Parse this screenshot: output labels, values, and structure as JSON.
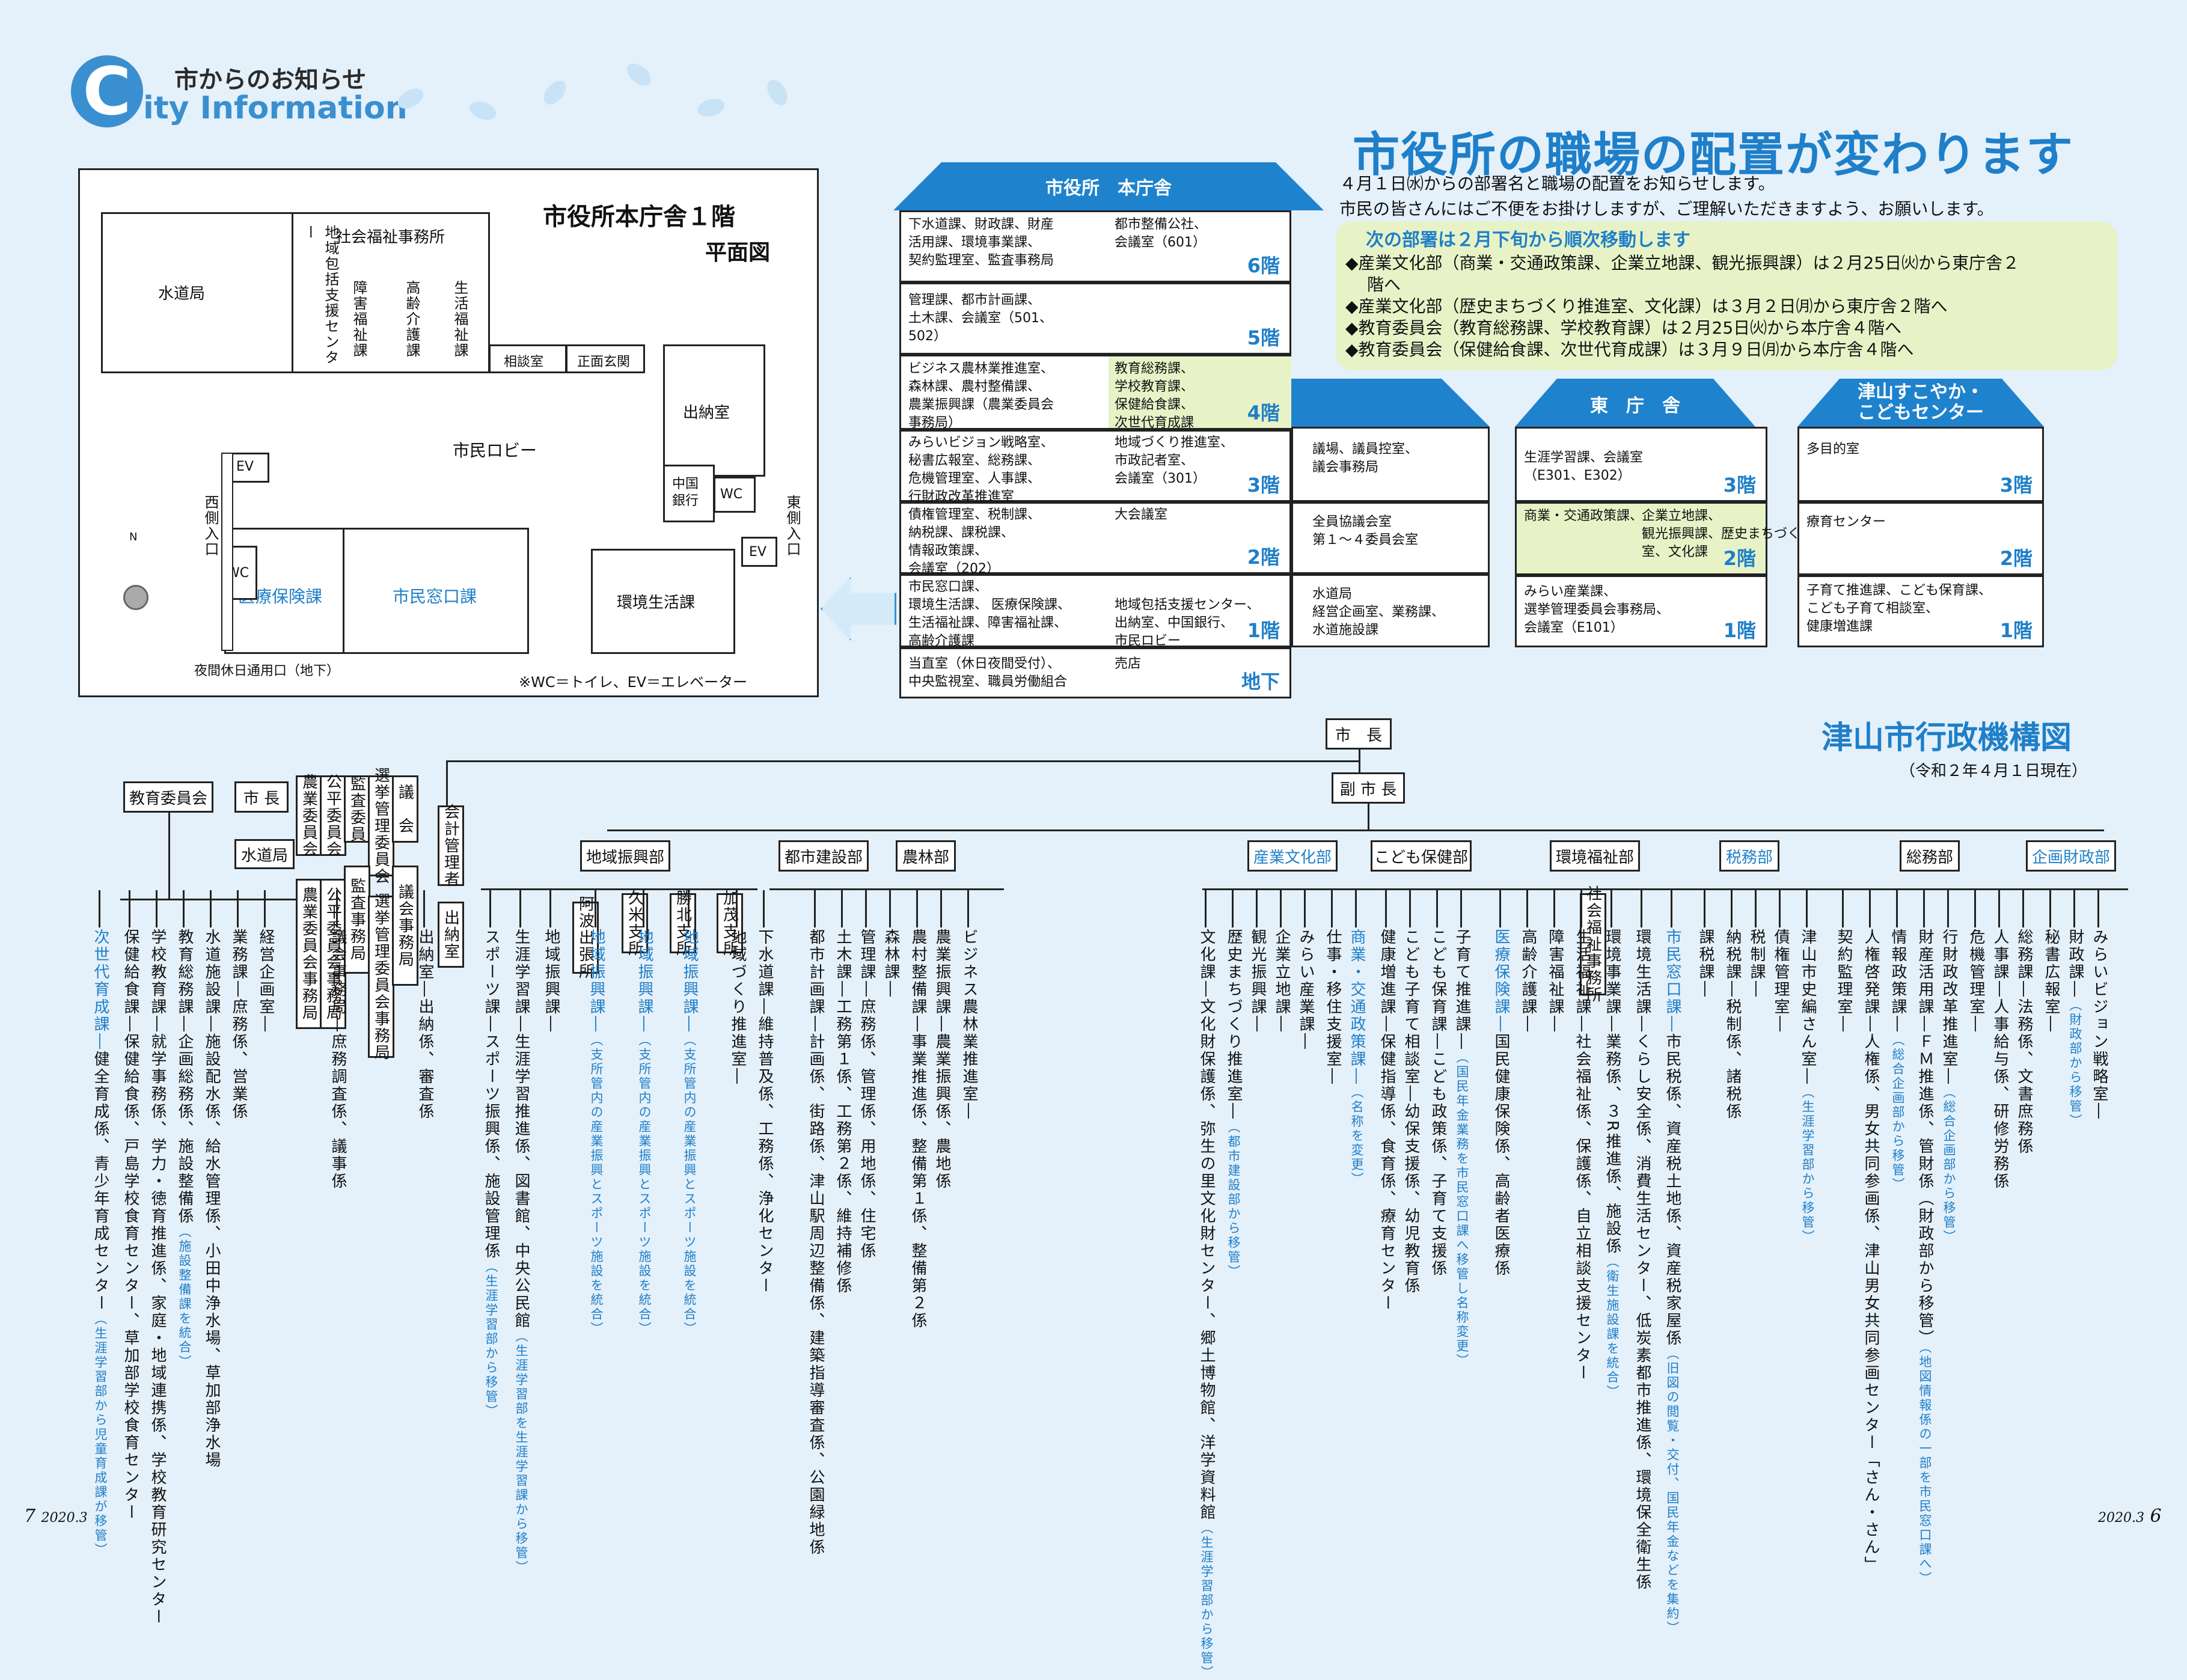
{
  "header": {
    "logo_letter": "C",
    "logo_sub": "市からのお知らせ",
    "logo_main": "ity Information"
  },
  "title": "市役所の職場の配置が変わります",
  "intro": [
    "４月１日㈬からの部署名と職場の配置をお知らせします。",
    "市民の皆さんにはご不便をお掛けしますが、ご理解いただきますよう、お願いします。"
  ],
  "notice": {
    "title": "次の部署は２月下旬から順次移動します",
    "items": [
      "◆産業文化部（商業・交通政策課、企業立地課、観光振興課）は２月25日㈫から東庁舎２",
      "階へ",
      "◆産業文化部（歴史まちづくり推進室、文化課）は３月２日㈪から東庁舎２階へ",
      "◆教育委員会（教育総務課、学校教育課）は２月25日㈫から本庁舎４階へ",
      "◆教育委員会（保健給食課、次世代育成課）は３月９日㈪から本庁舎４階へ"
    ]
  },
  "floorplan": {
    "title": "市役所本庁舎１階",
    "subtitle": "平面図",
    "rooms": {
      "water": "水道局",
      "shakai": "社会福祉事務所",
      "chiiki": "地域包括支援センター",
      "shogai": "障害福祉課",
      "korei": "高齢介護課",
      "seikatsu": "生活福祉課",
      "sodan": "相談室",
      "genkan": "正面玄関",
      "suito": "出納室",
      "lobby": "市民ロビー",
      "bank": "中国銀行",
      "wc": "WC",
      "ev": "EV",
      "iryo": "医療保険課",
      "madoguchi": "市民窓口課",
      "kankyo": "環境生活課",
      "west": "西側入口",
      "east": "東側入口",
      "night": "夜間休日通用口（地下）",
      "legend": "※WC＝トイレ、EV＝エレベーター",
      "north": "N"
    }
  },
  "honcho": {
    "title": "市役所　本庁舎",
    "floors": [
      {
        "label": "6階",
        "a": "下水道課、財政課、財産\n活用課、環境事業課、\n契約監理室、監査事務局",
        "b": "都市整備公社、\n会議室（601）"
      },
      {
        "label": "5階",
        "a": "管理課、都市計画課、\n土木課、会議室（501、\n502）",
        "b": ""
      },
      {
        "label": "4階",
        "a": "ビジネス農林業推進室、\n森林課、農村整備課、\n農業振興課（農業委員会\n事務局）",
        "b": "教育総務課、\n学校教育課、\n保健給食課、",
        "b_blue": "次世代育成課"
      },
      {
        "label": "3階",
        "a": "みらいビジョン戦略室、\n秘書広報室、総務課、\n危機管理室、人事課、\n行財政改革推進室",
        "b": "地域づくり推進室、\n市政記者室、\n会議室（301）"
      },
      {
        "label": "2階",
        "a": "債権管理室、税制課、\n納税課、課税課、\n情報政策課、\n会議室（202）",
        "b": "大会議室"
      },
      {
        "label": "1階",
        "a_blue": "市民窓口課、",
        "a": "環境生活課、",
        "a_blue2": "医療保険課、",
        "a3": "生活福祉課、障害福祉課、\n高齢介護課",
        "b": "地域包括支援センター、\n出納室、中国銀行、\n市民ロビー"
      },
      {
        "label": "地下",
        "a": "当直室（休日夜間受付）、\n中央監視室、職員労働組合",
        "b": "売店"
      }
    ]
  },
  "gikai": {
    "floors": [
      {
        "text": "議場、議員控室、\n議会事務局"
      },
      {
        "text": "全員協議会室\n第１～４委員会室"
      },
      {
        "text": "水道局\n経営企画室、業務課、\n水道施設課"
      }
    ]
  },
  "higashi": {
    "title": "東　庁　舎",
    "floors": [
      {
        "label": "3階",
        "text": "生涯学習課、会議室\n（E301、E302）"
      },
      {
        "label": "2階",
        "blue": "商業・交通政策課、",
        "text": "企業立地課、\n観光振興課、歴史まちづくり推進\n室、文化課"
      },
      {
        "label": "1階",
        "text": "みらい産業課、\n選挙管理委員会事務局、\n会議室（E101）"
      }
    ]
  },
  "kodomo": {
    "title": "津山すこやか・\nこどもセンター",
    "floors": [
      {
        "label": "3階",
        "text": "多目的室"
      },
      {
        "label": "2階",
        "text": "療育センター"
      },
      {
        "label": "1階",
        "text": "子育て推進課、こども保育課、\nこども子育て相談室、\n健康増進課"
      }
    ]
  },
  "org": {
    "title": "津山市行政機構図",
    "date": "（令和２年４月１日現在）",
    "mayor": "市　長",
    "vice": "副 市 長",
    "top": [
      "教育委員会",
      "市 長",
      "農業委員会",
      "公平委員会",
      "監査委員",
      "選挙管理委員会",
      "議　会",
      "会計管理者"
    ],
    "mid": [
      "水道局",
      "農業委員会事務局",
      "公平委員会事務局",
      "監査事務局",
      "選挙管理委員会事務局",
      "議会事務局",
      "出納室"
    ],
    "depts": [
      "地域振興部",
      "都市建設部",
      "農林部",
      "産業文化部",
      "こども保健部",
      "環境福祉部",
      "税務部",
      "総務部",
      "企画財政部"
    ],
    "branches": [
      "阿波出張所",
      "久米支所",
      "勝北支所",
      "加茂支所"
    ],
    "shakai_office": "社会福祉事務所",
    "columns": [
      {
        "t": "次世代育成課",
        "b": true,
        "s": "健全育成係、青少年育成センター",
        "n": "（生涯学習部から児童育成課が移管）"
      },
      {
        "t": "保健給食課",
        "s": "保健給食係、戸島学校食育センター、草加部学校食育センター"
      },
      {
        "t": "学校教育課",
        "s": "就学事務係、学力・徳育推進係、家庭・地域連携係、学校教育研究センター"
      },
      {
        "t": "教育総務課",
        "s": "企画総務係、施設整備係",
        "n": "（施設整備課を統合）"
      },
      {
        "t": "水道施設課",
        "s": "施設配水係、給水管理係、小田中浄水場、草加部浄水場"
      },
      {
        "t": "業務課",
        "s": "庶務係、営業係"
      },
      {
        "t": "経営企画室",
        "s": ""
      },
      {
        "t": "議会事務局",
        "s": "庶務調査係、議事係"
      },
      {
        "t": "出納室",
        "s": "出納係、審査係"
      },
      {
        "t": "スポーツ課",
        "s": "スポーツ振興係、施設管理係",
        "n": "（生涯学習部から移管）"
      },
      {
        "t": "生涯学習課",
        "s": "生涯学習推進係、図書館、中央公民館",
        "n": "（生涯学習部を生涯学習課から移管）"
      },
      {
        "t": "地域振興課",
        "s": ""
      },
      {
        "t": "地域振興課",
        "b": true,
        "n": "（支所管内の産業振興とスポーツ施設を統合）"
      },
      {
        "t": "地域振興課",
        "b": true,
        "n": "（支所管内の産業振興とスポーツ施設を統合）"
      },
      {
        "t": "地域振興課",
        "b": true,
        "n": "（支所管内の産業振興とスポーツ施設を統合）"
      },
      {
        "t": "地域づくり推進室",
        "s": ""
      },
      {
        "t": "下水道課",
        "s": "維持普及係、工務係、浄化センター"
      },
      {
        "t": "都市計画課",
        "s": "計画係、街路係、津山駅周辺整備係、建築指導審査係、公園緑地係"
      },
      {
        "t": "土木課",
        "s": "工務第１係、工務第２係、維持補修係"
      },
      {
        "t": "管理課",
        "s": "庶務係、管理係、用地係、住宅係"
      },
      {
        "t": "森林課",
        "s": ""
      },
      {
        "t": "農村整備課",
        "s": "事業推進係、整備第１係、整備第２係"
      },
      {
        "t": "農業振興課",
        "s": "農業振興係、農地係"
      },
      {
        "t": "ビジネス農林業推進室",
        "s": ""
      },
      {
        "t": "文化課",
        "s": "文化財保護係、弥生の里文化財センター、郷土博物館、洋学資料館",
        "n": "（生涯学習部から移管）"
      },
      {
        "t": "歴史まちづくり推進室",
        "s": "",
        "n": "（都市建設部から移管）"
      },
      {
        "t": "観光振興課",
        "s": ""
      },
      {
        "t": "企業立地課",
        "s": ""
      },
      {
        "t": "みらい産業課",
        "s": ""
      },
      {
        "t": "仕事・移住支援室",
        "s": ""
      },
      {
        "t": "商業・交通政策課",
        "b": true,
        "n": "（名称を変更）"
      },
      {
        "t": "健康増進課",
        "s": "保健指導係、食育係、療育センター"
      },
      {
        "t": "こども子育て相談室",
        "s": "幼保支援係、幼児教育係"
      },
      {
        "t": "こども保育課",
        "s": "こども政策係、子育て支援係"
      },
      {
        "t": "子育て推進課",
        "n": "（国民年金業務を市民窓口課へ移管し名称変更）"
      },
      {
        "t": "医療保険課",
        "b": true,
        "s": "国民健康保険係、高齢者医療係"
      },
      {
        "t": "高齢介護課",
        "s": ""
      },
      {
        "t": "障害福祉課",
        "s": ""
      },
      {
        "t": "生活福祉課",
        "s": "社会福祉係、保護係、自立相談支援センター"
      },
      {
        "t": "環境事業課",
        "s": "業務係、３R推進係、施設係",
        "n": "（衛生施設課を統合）"
      },
      {
        "t": "環境生活課",
        "s": "くらし安全係、消費生活センター、低炭素都市推進係、環境保全衛生係"
      },
      {
        "t": "市民窓口課",
        "b": true,
        "s": "市民税係、資産税土地係、資産税家屋係",
        "n": "（旧図の閲覧・交付、国民年金などを集約）"
      },
      {
        "t": "課税課",
        "s": ""
      },
      {
        "t": "納税課",
        "s": "税制係、諸税係"
      },
      {
        "t": "税制課",
        "s": ""
      },
      {
        "t": "債権管理室",
        "s": ""
      },
      {
        "t": "津山市史編さん室",
        "s": "",
        "n": "（生涯学習部から移管）"
      },
      {
        "t": "契約監理室",
        "s": ""
      },
      {
        "t": "人権啓発課",
        "s": "人権係、男女共同参画係、津山男女共同参画センター「さん・さん」"
      },
      {
        "t": "情報政策課",
        "s": "",
        "n": "（総合企画部から移管）"
      },
      {
        "t": "財産活用課",
        "s": "ＦＭ推進係、管財係（財政部から移管）",
        "n": "（地図情報係の一部を市民窓口課へ）"
      },
      {
        "t": "行財政改革推進室",
        "s": "",
        "n": "（総合企画部から移管）"
      },
      {
        "t": "危機管理室",
        "s": ""
      },
      {
        "t": "人事課",
        "s": "人事給与係、研修労務係"
      },
      {
        "t": "総務課",
        "s": "法務係、文書庶務係"
      },
      {
        "t": "秘書広報室",
        "s": ""
      },
      {
        "t": "財政課",
        "s": "",
        "n": "（財政部から移管）"
      },
      {
        "t": "みらいビジョン戦略室",
        "s": ""
      }
    ]
  },
  "pages": {
    "left": "7",
    "left_date": "2020.3",
    "right_date": "2020.3",
    "right": "6"
  },
  "colors": {
    "accent": "#1f7fc8",
    "roof": "#1f82cd",
    "highlight": "#e7f3c7",
    "background": "#e4f0fa"
  }
}
